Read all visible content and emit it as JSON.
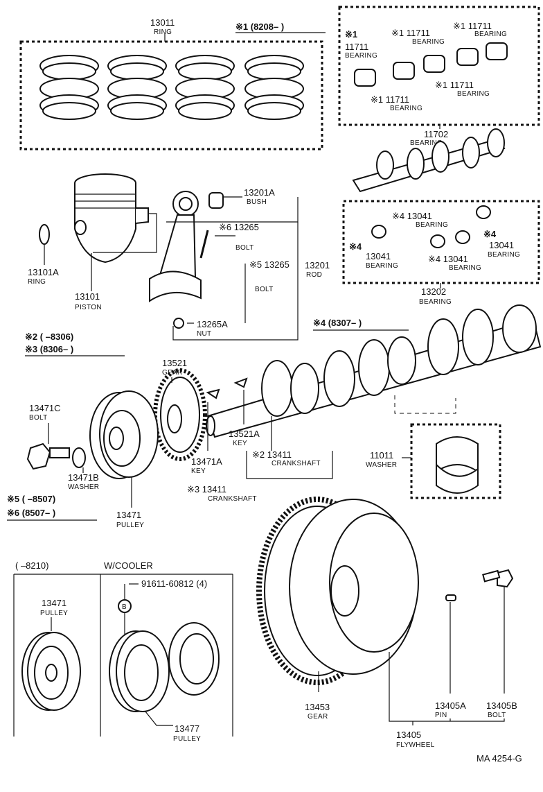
{
  "labels": {
    "ring": {
      "num": "13011",
      "name": "RING"
    },
    "note1": {
      "text": "※1 (8208–      )"
    },
    "b1_mark": {
      "text": "※1"
    },
    "b1": {
      "num": "11711",
      "name": "BEARING"
    },
    "b2": {
      "num": "※1 11711",
      "name": "BEARING"
    },
    "b3": {
      "num": "※1 11711",
      "name": "BEARING"
    },
    "b4": {
      "num": "※1 11711",
      "name": "BEARING"
    },
    "b5": {
      "num": "※1 11711",
      "name": "BEARING"
    },
    "main_bearing": {
      "num": "11702",
      "name": "BEARING"
    },
    "bush": {
      "num": "13201A",
      "name": "BUSH"
    },
    "bolt6": {
      "num": "※6 13265",
      "name": "BOLT"
    },
    "bolt5": {
      "num": "※5 13265",
      "name": "BOLT"
    },
    "rod": {
      "num": "13201",
      "name": "ROD"
    },
    "nut": {
      "num": "13265A",
      "name": "NUT"
    },
    "snapring": {
      "num": "13101A",
      "name": "RING"
    },
    "piston": {
      "num": "13101",
      "name": "PISTON"
    },
    "cb1": {
      "num": "※4 13041",
      "name": "BEARING"
    },
    "cb2_mark": {
      "text": "※4"
    },
    "cb2": {
      "num": "13041",
      "name": "BEARING"
    },
    "cb3": {
      "num": "※4 13041",
      "name": "BEARING"
    },
    "cb4_mark": {
      "text": "※4"
    },
    "cb4": {
      "num": "13041",
      "name": "BEARING"
    },
    "cb_group": {
      "num": "13202",
      "name": "BEARING"
    },
    "note4": {
      "text": "※4 (8307–        )"
    },
    "note2": {
      "text": "※2 (        –8306)"
    },
    "note3": {
      "text": "※3 (8306–        )"
    },
    "gear": {
      "num": "13521",
      "name": "GEAR"
    },
    "bolt_c": {
      "num": "13471C",
      "name": "BOLT"
    },
    "key_a": {
      "num": "13521A",
      "name": "KEY"
    },
    "crank2": {
      "num": "※2 13411",
      "name": "CRANKSHAFT"
    },
    "washer_t": {
      "num": "11011",
      "name": "WASHER"
    },
    "washer_b": {
      "num": "13471B",
      "name": "WASHER"
    },
    "key_b": {
      "num": "13471A",
      "name": "KEY"
    },
    "crank3": {
      "num": "※3 13411",
      "name": "CRANKSHAFT"
    },
    "pulley": {
      "num": "13471",
      "name": "PULLEY"
    },
    "note5": {
      "text": "※5 (        –8507)"
    },
    "note6": {
      "text": "※6 (8507–        )"
    },
    "box_left": {
      "text": "(        –8210)"
    },
    "box_right": {
      "text": "W/COOLER"
    },
    "pulley2": {
      "num": "13471",
      "name": "PULLEY"
    },
    "bolt_b": {
      "num": "91611-60812 (4)"
    },
    "b_circle": {
      "text": "B"
    },
    "pulley3": {
      "num": "13477",
      "name": "PULLEY"
    },
    "ring_gear": {
      "num": "13453",
      "name": "GEAR"
    },
    "pin": {
      "num": "13405A",
      "name": "PIN"
    },
    "fw_bolt": {
      "num": "13405B",
      "name": "BOLT"
    },
    "flywheel": {
      "num": "13405",
      "name": "FLYWHEEL"
    },
    "ref": {
      "text": "MA  4254-G"
    }
  }
}
